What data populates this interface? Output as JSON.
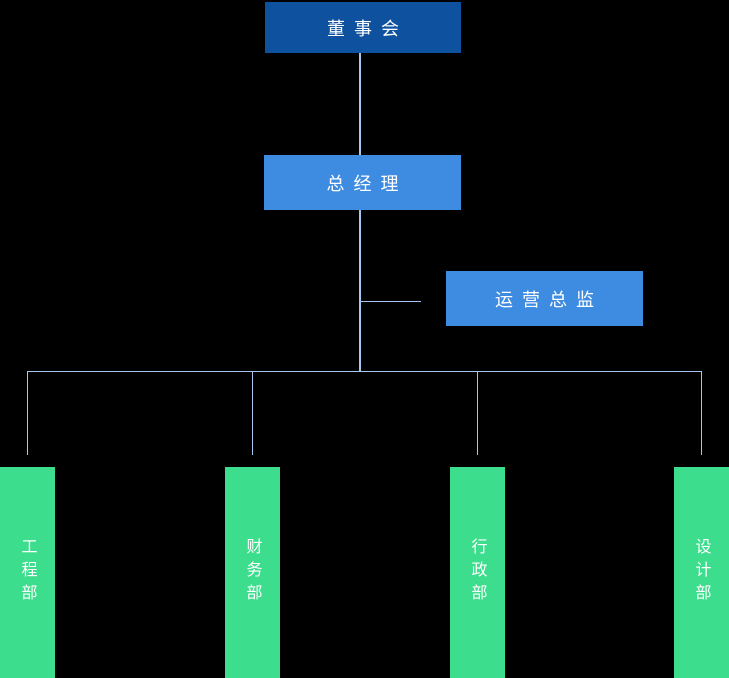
{
  "org_chart": {
    "root": {
      "label": "董事会",
      "level": "board"
    },
    "general_manager": {
      "label": "总经理",
      "reports_to": "董事会"
    },
    "staff_branch": {
      "label": "运营总监",
      "reports_to": "总经理"
    },
    "departments": [
      {
        "label": "工程部"
      },
      {
        "label": "财务部"
      },
      {
        "label": "行政部"
      },
      {
        "label": "设计部"
      }
    ]
  },
  "colors": {
    "background": "#000000",
    "board_box": "#0e529f",
    "manager_box": "#3e8ce1",
    "department_box": "#3cdd8c",
    "connector_line": "#a6c8f0",
    "text": "#ffffff"
  }
}
